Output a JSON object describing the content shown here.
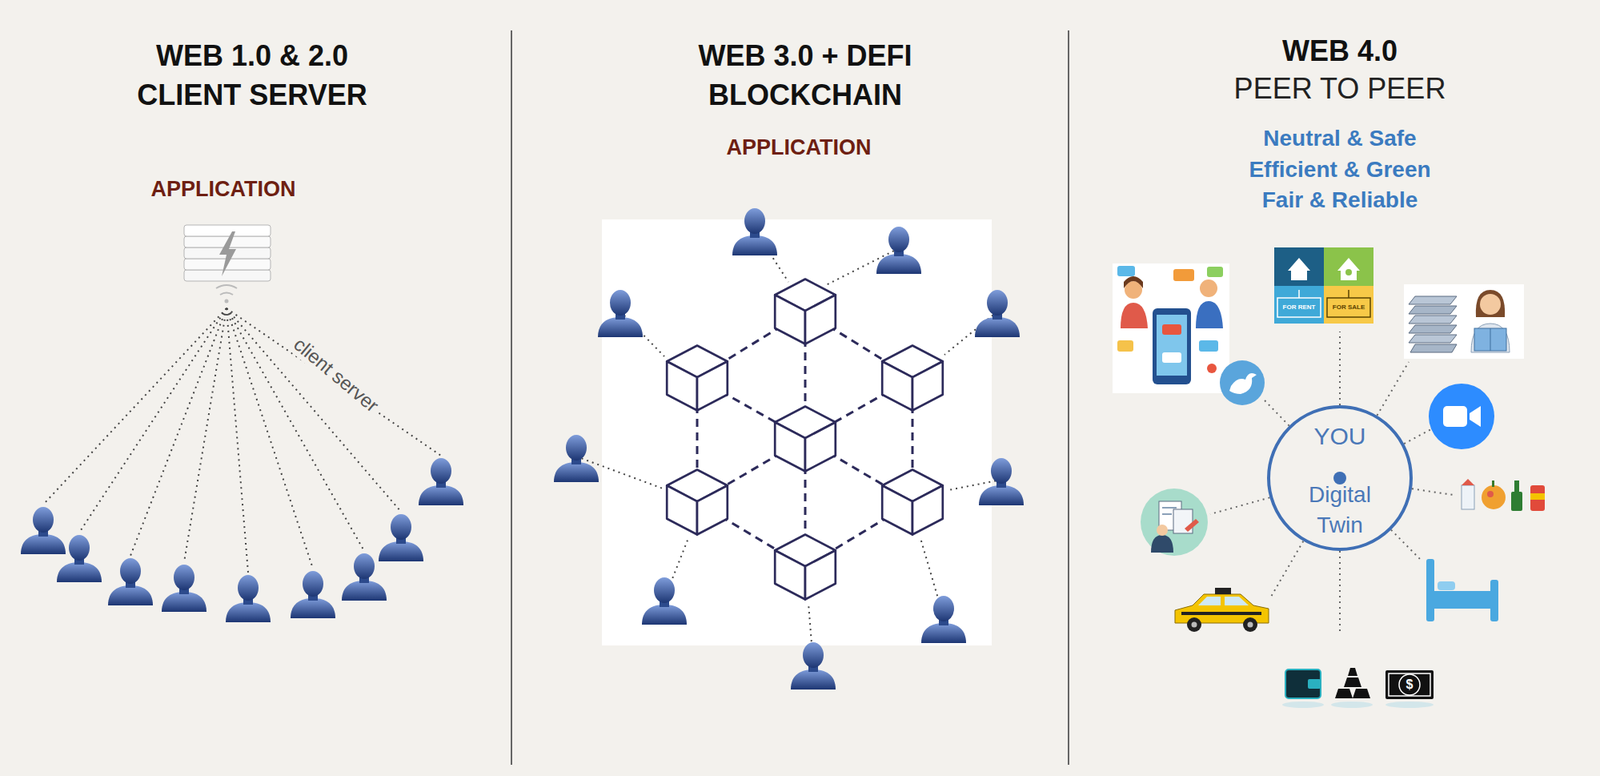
{
  "diagram": {
    "nodes": [
      {
        "text": [
          "YOU",
          "Digital Twin"
        ]
      }
    ],
    "labels": [
      "WEB 1.0 & 2.0",
      "CLIENT SERVER",
      "APPLICATION",
      "client server",
      "WEB 3.0 + DEFI",
      "BLOCKCHAIN",
      "APPLICATION",
      "WEB 4.0",
      "PEER TO PEER",
      "Neutral & Safe",
      "Efficient & Green",
      "Fair & Reliable",
      "FOR RENT",
      "FOR SALE",
      "$"
    ]
  }
}
